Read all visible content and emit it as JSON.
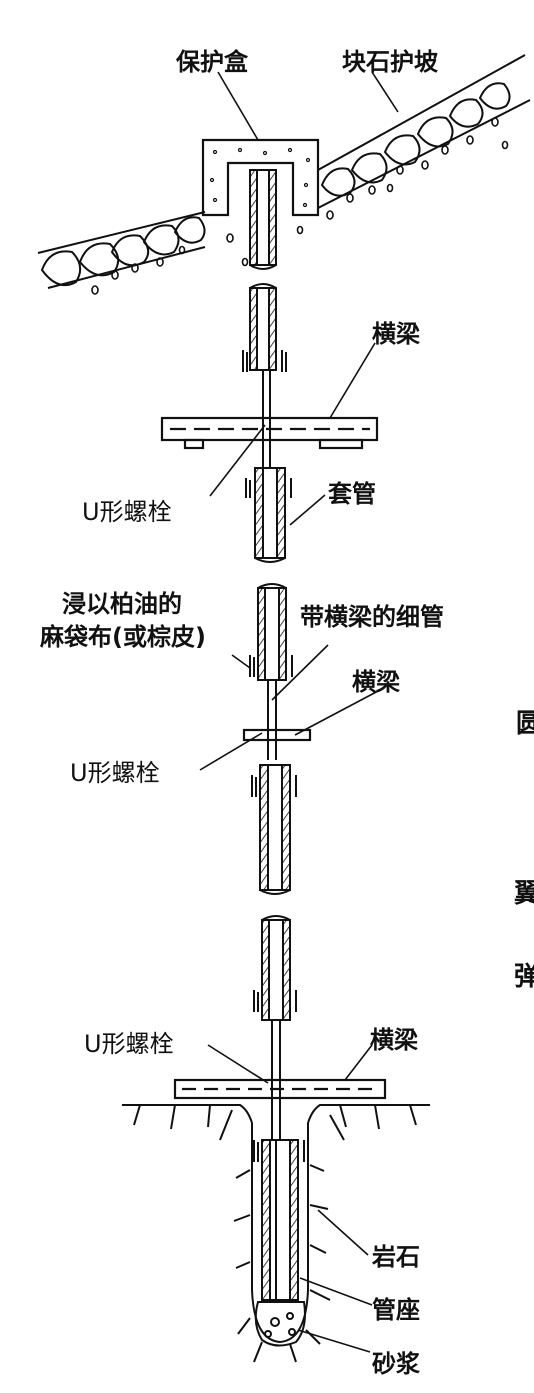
{
  "labels": {
    "protective_box": "保护盒",
    "riprap_slope": "块石护坡",
    "crossbeam_top": "横梁",
    "u_bolt_top": "U形螺栓",
    "casing": "套管",
    "burlap_line1": "浸以柏油的",
    "burlap_line2": "麻袋布(或棕皮)",
    "thin_pipe_with_beam": "带横梁的细管",
    "crossbeam_middle": "横梁",
    "u_bolt_middle": "U形螺栓",
    "u_bolt_bottom": "U形螺栓",
    "crossbeam_bottom": "横梁",
    "rock": "岩石",
    "pipe_seat": "管座",
    "mortar": "砂浆"
  },
  "cut_off_text": {
    "c1": "圆",
    "c2": "翼",
    "c3": "弹"
  },
  "colors": {
    "ink": "#111111",
    "paper": "#ffffff"
  }
}
